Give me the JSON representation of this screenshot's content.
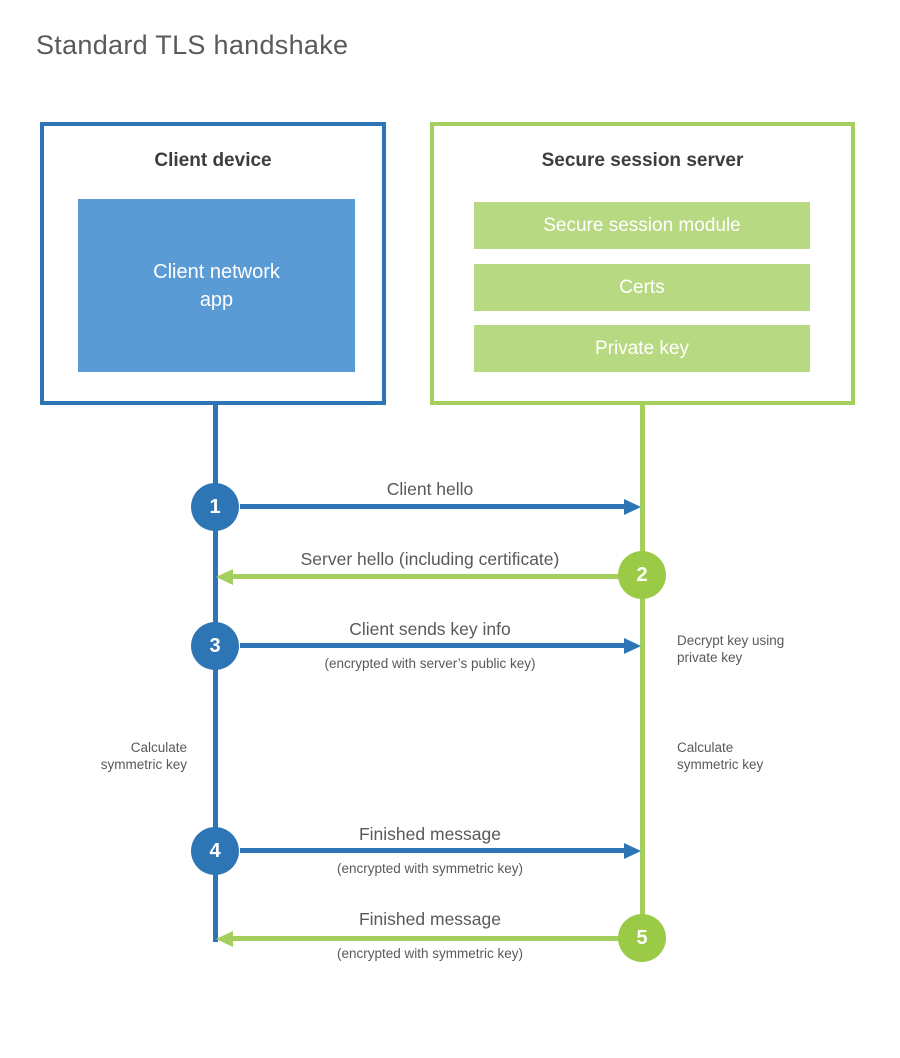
{
  "title": "Standard TLS handshake",
  "client": {
    "title": "Client device",
    "app_label": "Client network app"
  },
  "server": {
    "title": "Secure session server",
    "modules": [
      "Secure session module",
      "Certs",
      "Private key"
    ]
  },
  "steps": [
    {
      "num": "1",
      "actor": "client",
      "direction": "right",
      "label": "Client hello",
      "sub": ""
    },
    {
      "num": "2",
      "actor": "server",
      "direction": "left",
      "label": "Server hello (including certificate)",
      "sub": ""
    },
    {
      "num": "3",
      "actor": "client",
      "direction": "right",
      "label": "Client sends key info",
      "sub": "(encrypted with server’s public key)"
    },
    {
      "num": "4",
      "actor": "client",
      "direction": "right",
      "label": "Finished message",
      "sub": "(encrypted with symmetric key)"
    },
    {
      "num": "5",
      "actor": "server",
      "direction": "left",
      "label": "Finished message",
      "sub": "(encrypted with symmetric key)"
    }
  ],
  "notes": {
    "decrypt": "Decrypt key using private key",
    "calc_left": "Calculate symmetric key",
    "calc_right": "Calculate symmetric key"
  },
  "colors": {
    "blue": "#2e75b6",
    "blue_fill": "#5b9bd5",
    "green": "#a4cf5f",
    "green_circle": "#9aca46",
    "green_fill": "#b7d982",
    "text_gray": "#595959",
    "heading_dark": "#3d3d3d"
  }
}
